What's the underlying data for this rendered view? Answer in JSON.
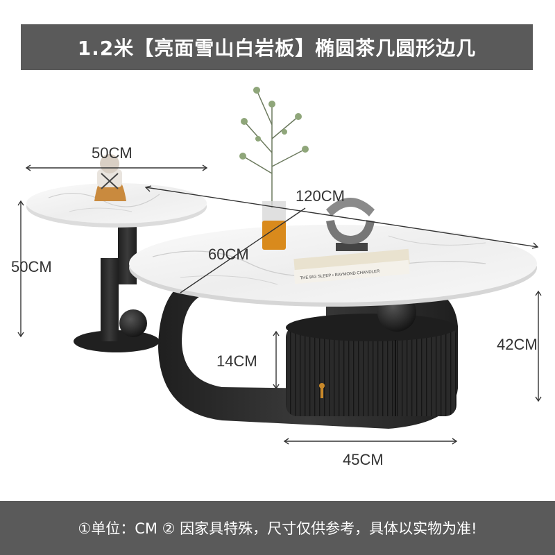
{
  "title": "1.2米【亮面雪山白岩板】椭圆茶几圆形边几",
  "dimensions": {
    "side_table_width": "50CM",
    "side_table_height": "50CM",
    "coffee_table_length": "120CM",
    "coffee_table_width": "60CM",
    "shelf_height": "14CM",
    "coffee_table_height": "42CM",
    "drawer_width": "45CM"
  },
  "book_spine_text": "THE BIG SLEEP • RAYMOND CHANDLER",
  "footer": "①单位：CM  ② 因家具特殊，尺寸仅供参考，具体以实物为准!",
  "colors": {
    "banner": "#5a5a5a",
    "marble": "#f3f3f3",
    "frame": "#2c2c2c",
    "accent_gold": "#c9892a"
  }
}
